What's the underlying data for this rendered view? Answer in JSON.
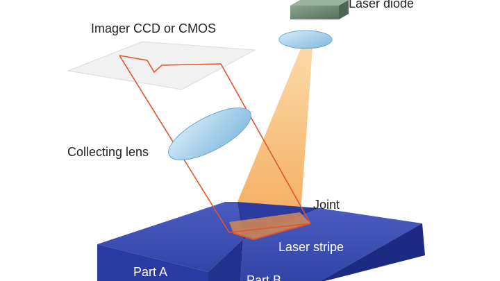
{
  "labels": {
    "imager": "Imager CCD or CMOS",
    "laser_diode": "Laser diode",
    "collecting_lens": "Collecting lens",
    "joint": "Joint",
    "laser_stripe": "Laser stripe",
    "part_a": "Part A",
    "part_b": "Part B"
  },
  "colors": {
    "block_top": "#3c4fb0",
    "block_side": "#1f2f8c",
    "laser_beam": "#f6b35c",
    "lens": "#9ccbe9",
    "optical_path": "#e0552b",
    "diode_housing": "#6f8b77",
    "imager_plane": "#f0f0f0"
  }
}
